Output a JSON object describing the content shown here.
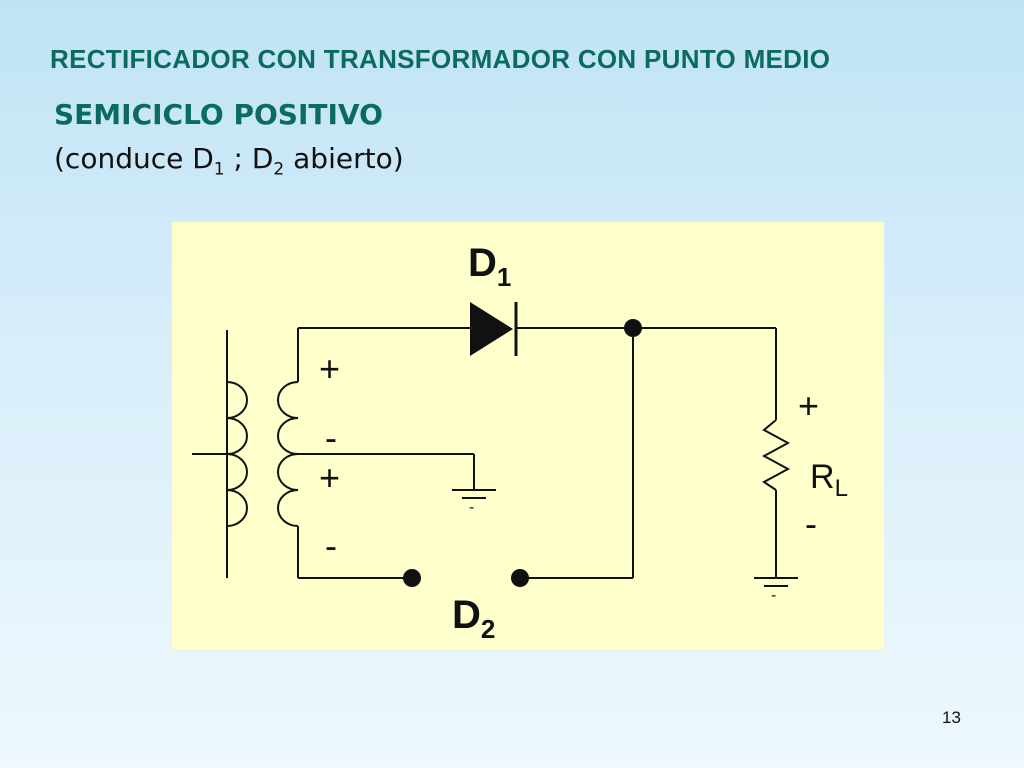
{
  "slide": {
    "title": "RECTIFICADOR CON TRANSFORMADOR CON PUNTO MEDIO",
    "subtitle": "SEMICICLO POSITIVO",
    "note_prefix": "(conduce D",
    "note_sub1": "1",
    "note_middle": " ; D",
    "note_sub2": "2",
    "note_suffix": " abierto)",
    "page_number": "13"
  },
  "diagram": {
    "d1_label": "D",
    "d1_sub": "1",
    "d2_label": "D",
    "d2_sub": "2",
    "rl_label": "R",
    "rl_sub": "L",
    "plus_top": "+",
    "minus_mid": "-",
    "plus_mid": "+",
    "minus_bottom": "-",
    "rl_plus": "+",
    "rl_minus": "-",
    "ground_mark": "-"
  },
  "colors": {
    "title": "#0b6b5e",
    "panel": "#ffffcc",
    "wire": "#111111"
  }
}
